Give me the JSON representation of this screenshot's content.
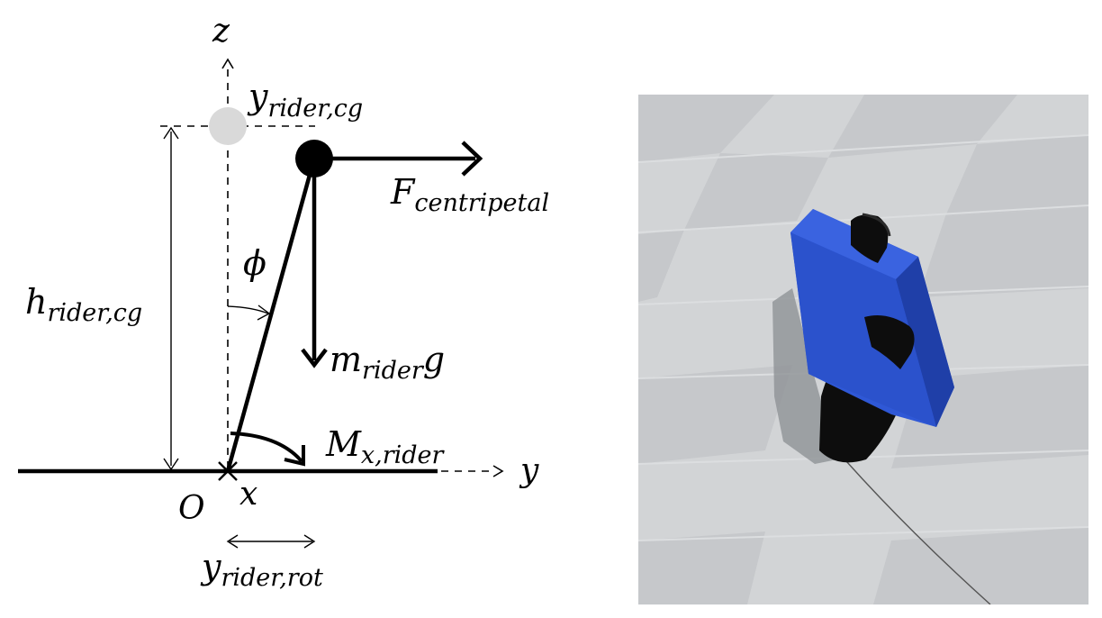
{
  "diagram": {
    "axes": {
      "z": "z",
      "y": "y",
      "x": "x",
      "origin": "O"
    },
    "labels": {
      "y_rider_cg": {
        "base": "y",
        "sub": "rider,cg"
      },
      "h_rider_cg": {
        "base": "h",
        "sub": "rider,cg"
      },
      "f_centripetal": {
        "base": "F",
        "sub": "centripetal"
      },
      "phi": "ϕ",
      "m_rider_g": {
        "base": "m",
        "sub": "rider",
        "tail": "g"
      },
      "m_x_rider": {
        "base": "M",
        "sub": "x,rider"
      },
      "y_rider_rot": {
        "base": "y",
        "sub": "rider,rot"
      }
    },
    "colors": {
      "ink": "#000000",
      "ghost_cg": "#d9d9d9"
    }
  },
  "render": {
    "colors": {
      "floor_light": "#d2d4d6",
      "floor_dark": "#c7c9cc",
      "body_blue": "#2e56cc",
      "wheel_black": "#0d0d0d",
      "shadow": "#8f9296"
    }
  }
}
